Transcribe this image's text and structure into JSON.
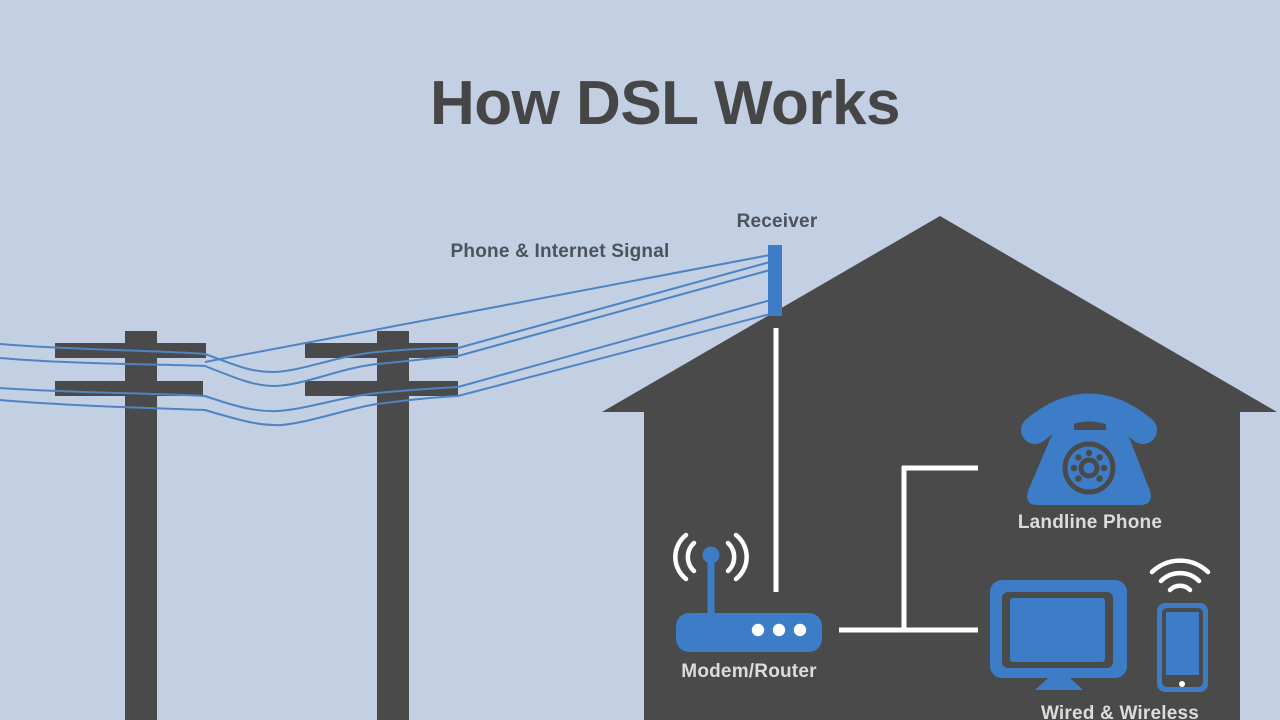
{
  "title": "How DSL Works",
  "labels": {
    "signal": "Phone & Internet Signal",
    "receiver": "Receiver",
    "modem": "Modem/Router",
    "landline": "Landline Phone",
    "devices": "Wired & Wireless"
  },
  "icons": {
    "pole_left": "telephone-pole-icon",
    "pole_right": "telephone-pole-icon",
    "wires": "phone-wire-lines",
    "receiver": "receiver-antenna-icon",
    "house": "house-icon",
    "modem": "modem-router-icon",
    "modem_wifi": "wifi-waves-icon",
    "landline": "rotary-phone-icon",
    "monitor": "desktop-monitor-icon",
    "smartphone": "smartphone-icon",
    "smartphone_wifi": "wifi-signal-icon"
  },
  "colors": {
    "background": "#c3cfe2",
    "structure": "#4a4a4a",
    "accent_blue": "#3d7cc7",
    "wire_blue": "#4e84c4",
    "line_white": "#ffffff",
    "label_dark": "#4d535c",
    "label_light": "#dcdcdc",
    "title_color": "#464646"
  }
}
